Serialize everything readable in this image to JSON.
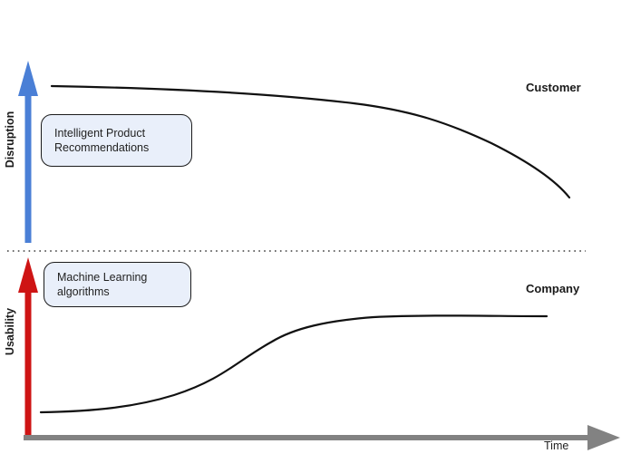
{
  "diagram": {
    "top_section": {
      "axis_label": "Disruption",
      "annotation": "Intelligent Product Recommendations",
      "curve_label": "Customer"
    },
    "bottom_section": {
      "axis_label": "Usability",
      "annotation": "Machine Learning algorithms",
      "curve_label": "Company"
    },
    "time_axis_label": "Time"
  },
  "colors": {
    "disruption_arrow": "#4a7fd6",
    "usability_arrow": "#ce1414",
    "time_axis": "#828282",
    "curve": "#111111",
    "separator": "#3a3a3a",
    "annotation_fill": "#e9effa",
    "annotation_border": "#1b1b1b"
  }
}
